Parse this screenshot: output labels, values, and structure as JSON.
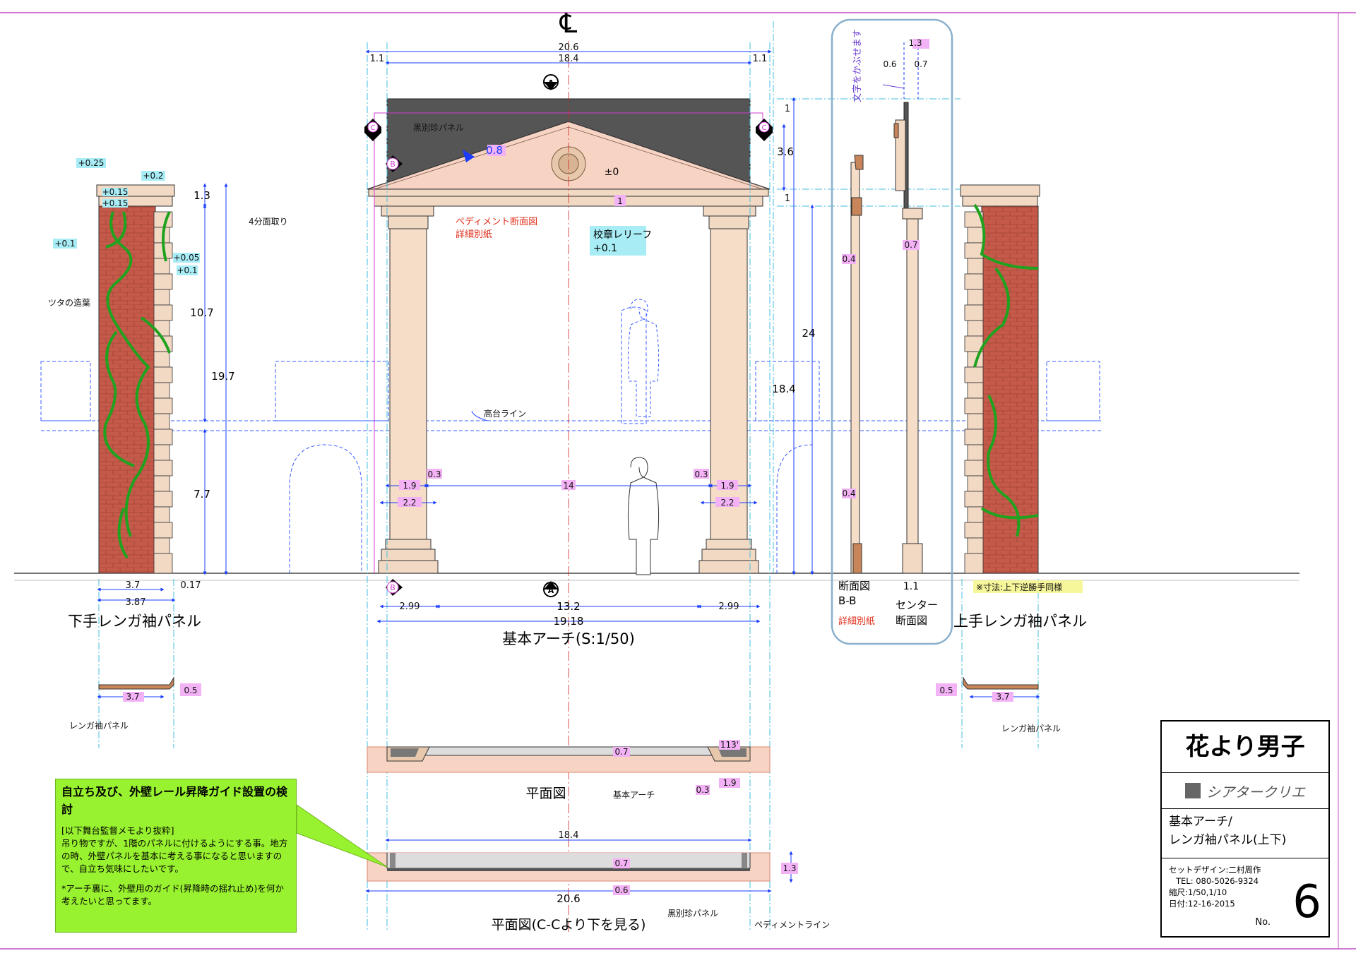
{
  "colors": {
    "brick": "#c55a4a",
    "stone": "#f2d9c4",
    "pediment": "#f7d3c4",
    "slate": "#555555",
    "dim_blue": "#1a3cff",
    "cyan": "#44bde0",
    "magenta": "#d13dd1",
    "ivy": "#1fa31f",
    "tag_cyan": "#a8ecf5",
    "tag_pink": "#f3b2f5",
    "note_green": "#99f22f"
  },
  "cl_mark": "℄",
  "dims": {
    "top_total": "20.6",
    "top_inner": "18.4",
    "top_side": "1.1",
    "pediment_h": "3.6",
    "pediment_top": "1",
    "pediment_base": "1",
    "total_h": "24",
    "column_h": "18.4",
    "col_w": "1.9",
    "col_gap": "0.3",
    "col_outer": "2.2",
    "opening": "14",
    "pediment_slope": "0.8",
    "relief_plus": "±0",
    "relief_depth": "1",
    "bottom_side": "2.99",
    "bottom_mid": "13.2",
    "bottom_total": "19.18",
    "left_wall_a": "1.3",
    "left_wall_b": "10.7",
    "left_wall_total": "19.7",
    "left_wall_c": "7.7",
    "left_w": "3.7",
    "left_w2": "3.87",
    "left_t": "0.17",
    "sec_top": "1.3",
    "sec_a": "0.6",
    "sec_b": "0.7",
    "sec_c": "0.4",
    "sec_d": "0.4",
    "sec_e": "0.7",
    "sec_f": "1.1",
    "plan_w": "3.7",
    "plan_t": "0.5",
    "plan1_a": "0.7",
    "plan1_b": "113'",
    "plan1_c": "0.3",
    "plan1_d": "1.9",
    "plan2_w": "18.4",
    "plan2_a": "0.7",
    "plan2_b": "0.6",
    "plan2_total": "20.6",
    "plan2_h": "1.3"
  },
  "tags": {
    "l025": "+0.25",
    "l02": "+0.2",
    "l015a": "+0.15",
    "l015b": "+0.15",
    "l01": "+0.1",
    "l005": "+0.05",
    "l01b": "+0.1"
  },
  "labels": {
    "chamfer": "4分面取り",
    "ivy": "ツタの造葉",
    "kuro_panel": "黒別珍パネル",
    "pediment_sec": "ペディメント断面図",
    "detail": "詳細別紙",
    "relief": "校章レリーフ",
    "relief_plus": "+0.1",
    "platform": "高台ライン",
    "vertical_text": "文字をかぶせます",
    "sec_bb": "断面図",
    "bb": "B-B",
    "center_sec": "センター",
    "center_sec2": "断面図",
    "detail2": "詳細別紙",
    "note_dim": "※寸法:上下逆勝手同様",
    "left_panel": "下手レンガ袖パネル",
    "right_panel": "上手レンガ袖パネル",
    "main_title": "基本アーチ(S:1/50)",
    "brick_panel": "レンガ袖パネル",
    "brick_panel_r": "レンガ袖パネル",
    "plan": "平面図",
    "basic_arch": "基本アーチ",
    "plan_cc": "平面図(C-Cより下を見る)",
    "kuro_panel2": "黒別珍パネル",
    "pediment_line": "ペディメントライン",
    "mark_a": "A",
    "mark_b": "B",
    "mark_c": "C"
  },
  "note": {
    "heading": "自立ち及び、外壁レール昇降ガイド設置の検討",
    "sub": "[以下舞台監督メモより抜粋]",
    "body": "吊り物ですが、1階のパネルに付けるようにする事。地方の時、外壁パネルを基本に考える事になると思いますので、自立ち気味にしたいです。",
    "body2": "*アーチ裏に、外壁用のガイド(昇降時の揺れ止め)を何か考えたいと思ってます。"
  },
  "title_block": {
    "show": "花より男子",
    "company": "シアタークリエ",
    "drawing_name_1": "基本アーチ/",
    "drawing_name_2": "レンガ袖パネル(上下)",
    "designer": "セットデザイン:二村周作",
    "tel": "TEL: 080-5026-9324",
    "scale": "縮尺:1/50,1/10",
    "date": "日付:12-16-2015",
    "no_label": "No.",
    "number": "6"
  }
}
